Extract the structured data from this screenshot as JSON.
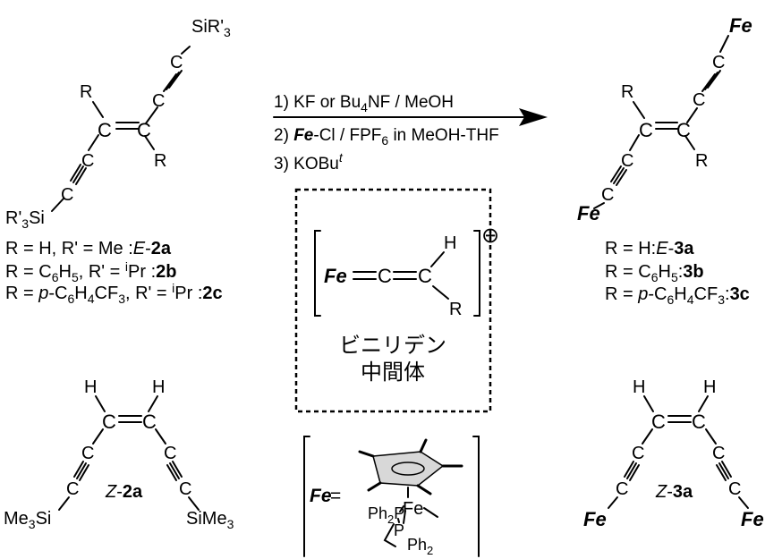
{
  "reagents": {
    "step1": "1) KF or Bu",
    "step1_sub": "4",
    "step1_tail": "NF / MeOH",
    "step2_prefix": "2) ",
    "step2_fe": "Fe",
    "step2_mid": "-Cl / FPF",
    "step2_sub": "6",
    "step2_tail": " in MeOH-THF",
    "step3": "3) KOBu",
    "step3_sup": "t"
  },
  "atoms": {
    "R": "R",
    "H": "H",
    "C": "C",
    "Fe": "Fe",
    "SiR3": "SiR'",
    "SiR3_sub": "3",
    "R3Si_a": "R'",
    "R3Si_sub": "3",
    "R3Si_b": "Si",
    "Me3Si_a": "Me",
    "Me3Si_sub": "3",
    "Me3Si_b": "Si",
    "SiMe3_a": "SiMe",
    "SiMe3_sub": "3"
  },
  "left_labels": {
    "l1_pre": "R = H, R' = Me :",
    "l1_it": "E",
    "l1_dash": "-",
    "l1_bold": "2a",
    "l2_pre": "R = C",
    "l2_s1": "6",
    "l2_mid": "H",
    "l2_s2": "5",
    "l2_tail": ", R' = ",
    "l2_sup": "i",
    "l2_pr": "Pr :",
    "l2_bold": "2b",
    "l3_pre": "R = ",
    "l3_it": "p",
    "l3_c": "-C",
    "l3_s1": "6",
    "l3_h": "H",
    "l3_s2": "4",
    "l3_cf": "CF",
    "l3_s3": "3",
    "l3_tail": ", R' = ",
    "l3_sup": "i",
    "l3_pr": "Pr :",
    "l3_bold": "2c"
  },
  "right_labels": {
    "r1_pre": "R = H:",
    "r1_it": "E",
    "r1_dash": "-",
    "r1_bold": "3a",
    "r2_pre": "R = C",
    "r2_s1": "6",
    "r2_h": "H",
    "r2_s2": "5",
    "r2_colon": ":",
    "r2_bold": "3b",
    "r3_pre": "R = ",
    "r3_it": "p",
    "r3_c": "-C",
    "r3_s1": "6",
    "r3_h": "H",
    "r3_s2": "4",
    "r3_cf": "CF",
    "r3_s3": "3",
    "r3_colon": ":",
    "r3_bold": "3c"
  },
  "z_left_label": {
    "it": "Z",
    "dash": "-",
    "bold": "2a"
  },
  "z_right_label": {
    "it": "Z",
    "dash": "-",
    "bold": "3a"
  },
  "vinylidene": {
    "caption_line1": "ビニリデン",
    "caption_line2": "中間体",
    "charge": "⊕"
  },
  "fe_def": {
    "label": "Fe=",
    "ph2p": "Ph",
    "ph2p_sub": "2",
    "ph2p_tail": "P",
    "p": "P",
    "ph2": "Ph",
    "ph2_sub": "2"
  }
}
